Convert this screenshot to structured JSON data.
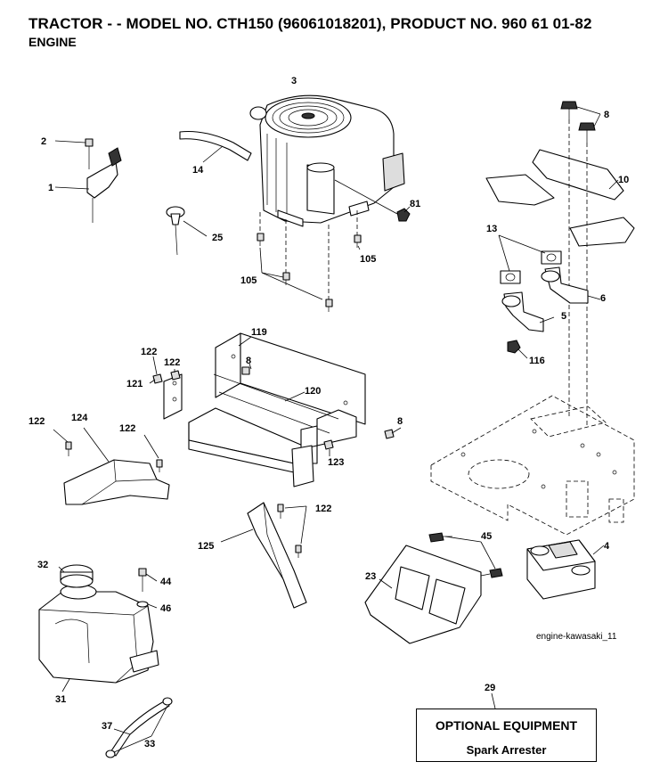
{
  "header": {
    "title": "TRACTOR - - MODEL NO. CTH150 (96061018201), PRODUCT NO. 960 61 01-82",
    "subtitle": "ENGINE"
  },
  "image_id": "engine-kawasaki_11",
  "optional_equipment": {
    "title": "OPTIONAL EQUIPMENT",
    "item": "Spark Arrester"
  },
  "part_refs": {
    "r1": "1",
    "r2": "2",
    "r3": "3",
    "r4": "4",
    "r5": "5",
    "r6": "6",
    "r8a": "8",
    "r8b": "8",
    "r8c": "8",
    "r10": "10",
    "r13": "13",
    "r14": "14",
    "r23": "23",
    "r25": "25",
    "r29": "29",
    "r31": "31",
    "r32": "32",
    "r33": "33",
    "r37": "37",
    "r44": "44",
    "r45": "45",
    "r46": "46",
    "r81": "81",
    "r105a": "105",
    "r105b": "105",
    "r116": "116",
    "r119": "119",
    "r120": "120",
    "r121": "121",
    "r122a": "122",
    "r122b": "122",
    "r122c": "122",
    "r122d": "122",
    "r122e": "122",
    "r123": "123",
    "r124": "124",
    "r125": "125"
  }
}
